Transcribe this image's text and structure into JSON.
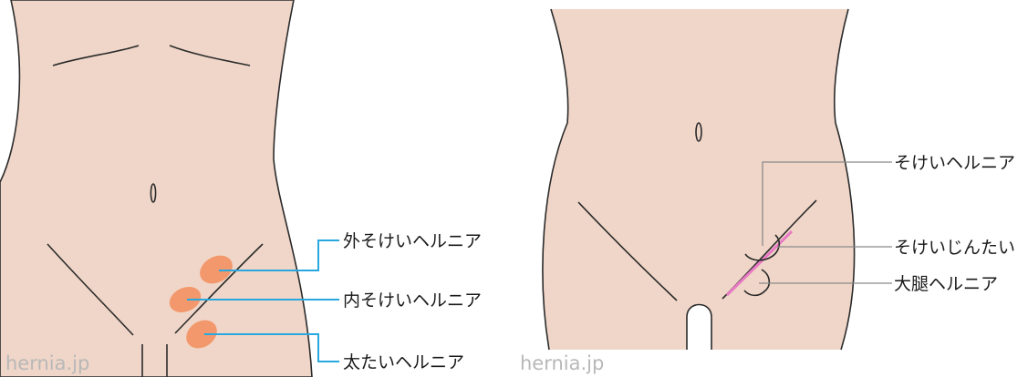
{
  "colors": {
    "skin": "#f0d6c8",
    "outline": "#2b2b2b",
    "hernia_spot": "#f2986c",
    "leader_blue": "#29a8e0",
    "leader_grey": "#8a8a8a",
    "ligament": "#e97ac4",
    "watermark": "#b8b8b8"
  },
  "left_figure": {
    "watermark": "hernia.jp",
    "labels": {
      "external_inguinal": "外そけいヘルニア",
      "internal_inguinal": "内そけいヘルニア",
      "femoral": "太たいヘルニア"
    }
  },
  "right_figure": {
    "watermark": "hernia.jp",
    "labels": {
      "inguinal_hernia": "そけいヘルニア",
      "inguinal_ligament": "そけいじんたい",
      "femoral_hernia": "大腿ヘルニア"
    }
  }
}
